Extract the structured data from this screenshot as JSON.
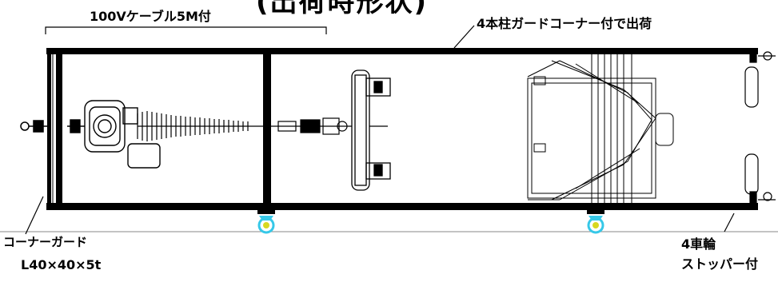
{
  "title": "(出荷時形状)",
  "labels": {
    "cable": "100Vケーブル5M付",
    "guard_corner": "4本柱ガードコーナー付で出荷",
    "corner_guard": "コーナーガード",
    "angle_size": "L40×40×5t",
    "wheel_count": "4車輪",
    "stopper": "ストッパー付"
  },
  "colors": {
    "frame": "#000000",
    "caster": "#36c8e8",
    "caster_accent": "#d8d820",
    "background": "#ffffff"
  }
}
